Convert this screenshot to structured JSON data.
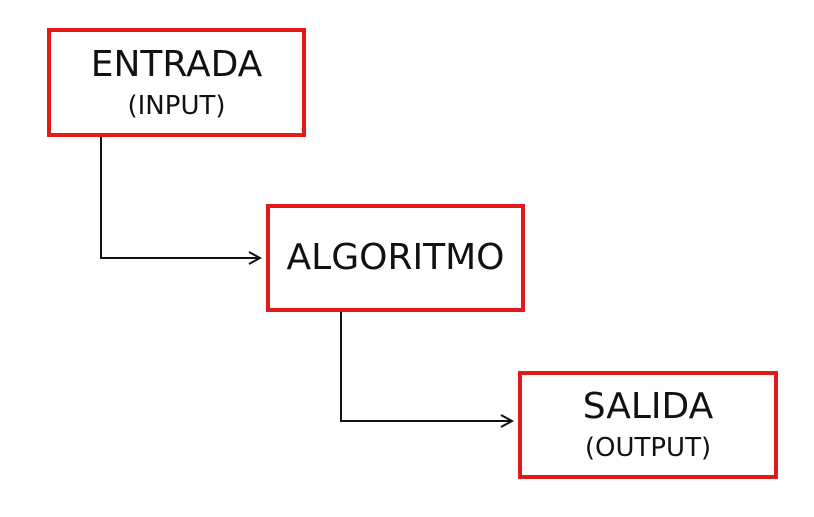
{
  "boxes": [
    {
      "title": "ENTRADA",
      "subtitle": "(INPUT)"
    },
    {
      "title": "ALGORITMO",
      "subtitle": ""
    },
    {
      "title": "SALIDA",
      "subtitle": "(OUTPUT)"
    }
  ],
  "colors": {
    "box_border": "#e01b1b",
    "connector": "#111111",
    "text": "#111111"
  }
}
